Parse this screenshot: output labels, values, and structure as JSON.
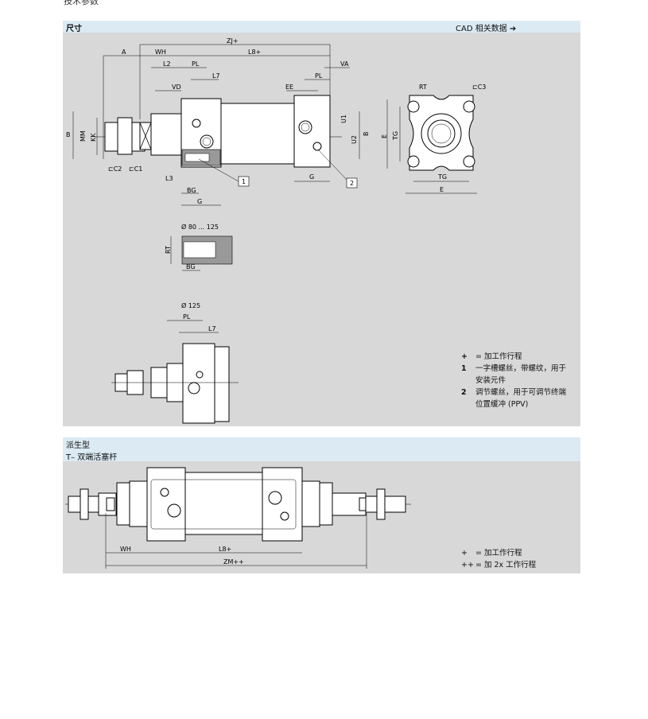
{
  "page_header_cut": "技术参数",
  "section1": {
    "title": "尺寸",
    "cad_link": "CAD 相关数据",
    "cad_icon": "arrow-right-icon",
    "labels": {
      "zj": "ZJ+",
      "a": "A",
      "wh": "WH",
      "l8": "L8+",
      "l2": "L2",
      "pl": "PL",
      "l7": "L7",
      "vd": "VD",
      "ee": "EE",
      "pl_r": "PL",
      "va": "VA",
      "b": "B",
      "mm": "MM",
      "kk": "KK",
      "c2": "⊏C2",
      "c1": "⊏C1",
      "l3": "L3",
      "bg": "BG",
      "g": "G",
      "g_r": "G",
      "callout1": "1",
      "callout2": "2",
      "u1": "U1",
      "u2": "U2",
      "b_r": "B",
      "rt": "RT",
      "c3": "⊏C3",
      "e_v": "E",
      "tg_v": "TG",
      "tg_h": "TG",
      "e_h": "E"
    },
    "detail1": {
      "title": "Ø 80 ... 125",
      "rt": "RT",
      "bg": "BG"
    },
    "detail2": {
      "title": "Ø 125",
      "pl": "PL",
      "l7": "L7"
    },
    "legend": [
      {
        "key": "+",
        "text": "= 加工作行程"
      },
      {
        "key": "1",
        "text": "一字槽螺丝，带螺纹，用于安装元件"
      },
      {
        "key": "2",
        "text": "调节螺丝，用于可调节终端位置缓冲 (PPV)"
      }
    ]
  },
  "section2": {
    "title": "派生型",
    "subtitle": "T– 双端活塞杆",
    "labels": {
      "wh": "WH",
      "l8": "L8+",
      "zm": "ZM++"
    },
    "legend": [
      {
        "key": "+",
        "text": "= 加工作行程"
      },
      {
        "key": "++",
        "text": "= 加 2x 工作行程"
      }
    ]
  }
}
